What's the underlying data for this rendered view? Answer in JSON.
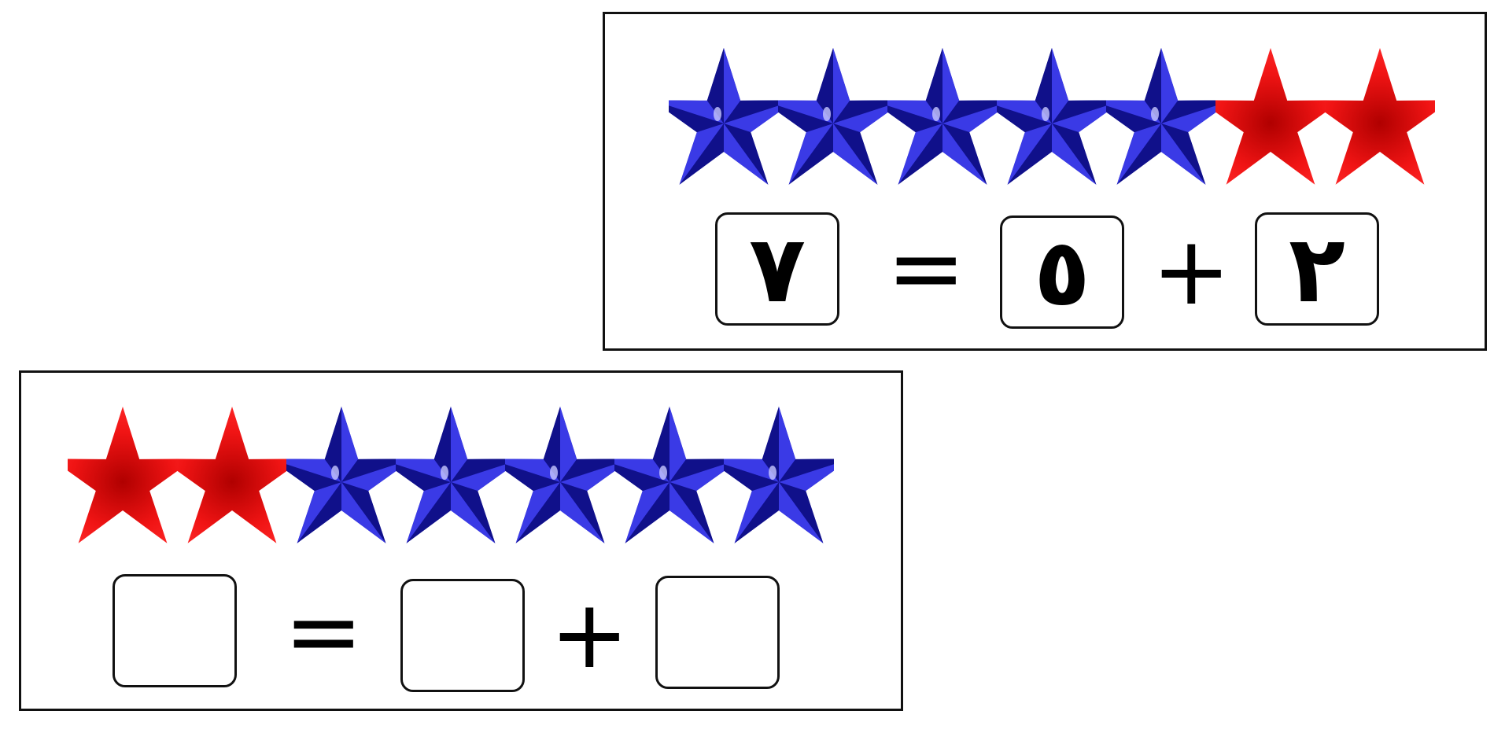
{
  "colors": {
    "blue_star": "#1f1fb0",
    "red_star": "#f01414",
    "border": "#111111"
  },
  "top_panel": {
    "stars": [
      "blue",
      "blue",
      "blue",
      "blue",
      "blue",
      "red",
      "red"
    ],
    "equation": {
      "result": "٧",
      "equals": "=",
      "addend_a": "٥",
      "plus": "+",
      "addend_b": "٢"
    }
  },
  "bottom_panel": {
    "stars": [
      "red",
      "red",
      "blue",
      "blue",
      "blue",
      "blue",
      "blue"
    ],
    "equation": {
      "result": "",
      "equals": "=",
      "addend_a": "",
      "plus": "+",
      "addend_b": ""
    }
  }
}
